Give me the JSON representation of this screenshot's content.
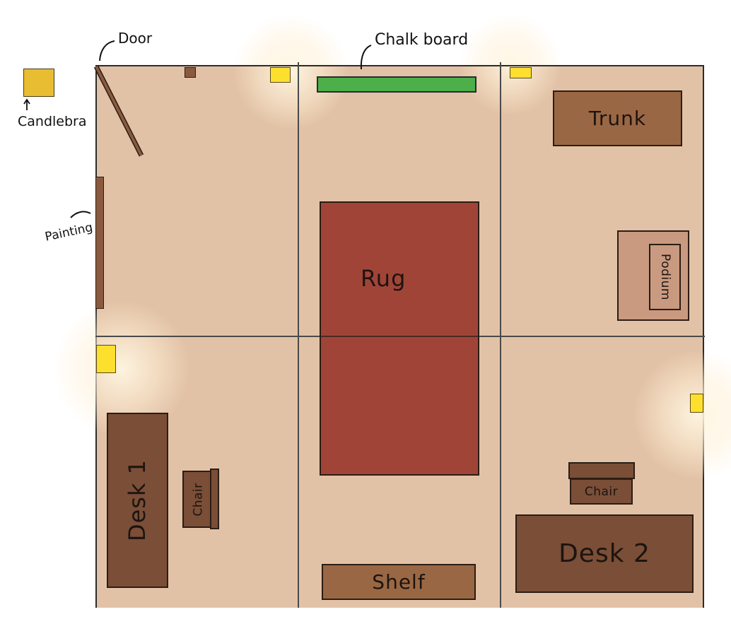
{
  "annotations": {
    "door": "Door",
    "chalkboard": "Chalk board",
    "candelabra": "Candlebra",
    "painting": "Painting"
  },
  "furniture": {
    "trunk": "Trunk",
    "podium": "Podium",
    "rug": "Rug",
    "desk1": "Desk 1",
    "desk1_chair": "Chair",
    "desk2": "Desk 2",
    "desk2_chair": "Chair",
    "shelf": "Shelf"
  },
  "colors": {
    "floor": "#e2c2a6",
    "rug": "#a14438",
    "chalkboard": "#4caf4a",
    "candle": "#fde02e",
    "candelabra": "#e8bd32",
    "wood_dark": "#7a4e37",
    "wood_mid": "#9a6744",
    "podium_base": "#c99a80"
  }
}
